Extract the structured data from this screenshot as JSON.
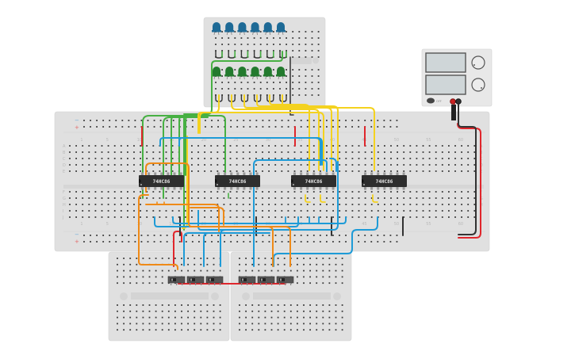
{
  "canvas": {
    "background": "#ffffff"
  },
  "colors": {
    "board": "#e0e0e0",
    "board_edge": "#d2d2d2",
    "hole": "#3a3a3a",
    "chip": "#2e2e2e",
    "led_blue": "#1e6a96",
    "led_green": "#237a2e",
    "wire_green": "#47b043",
    "wire_yellow": "#f4d21f",
    "wire_blue": "#1e9bd7",
    "wire_orange": "#ef8a17",
    "wire_red": "#e0262c",
    "wire_black": "#333333",
    "supply_body": "#e8e8e8",
    "supply_screen": "#cfd6d8"
  },
  "main_breadboard": {
    "row_labels_top": [
      "A",
      "B",
      "C",
      "D",
      "E"
    ],
    "row_labels_bottom": [
      "F",
      "G",
      "H",
      "I",
      "J"
    ],
    "column_numbers": [
      "1",
      "5",
      "10",
      "15",
      "20",
      "25",
      "30",
      "35",
      "40",
      "45",
      "50",
      "55",
      "60"
    ],
    "rail_minus": "−",
    "rail_plus": "+"
  },
  "chips": [
    {
      "label": "74HC86"
    },
    {
      "label": "74HC86"
    },
    {
      "label": "74HC86"
    },
    {
      "label": "74HC86"
    }
  ],
  "led_board": {
    "blue_leds": 6,
    "green_leds": 6
  },
  "switch_boards": [
    {
      "switches": 3
    },
    {
      "switches": 3
    }
  ],
  "power_supply": {
    "power_button_label": "OFF",
    "display_top": "",
    "display_bottom": ""
  }
}
